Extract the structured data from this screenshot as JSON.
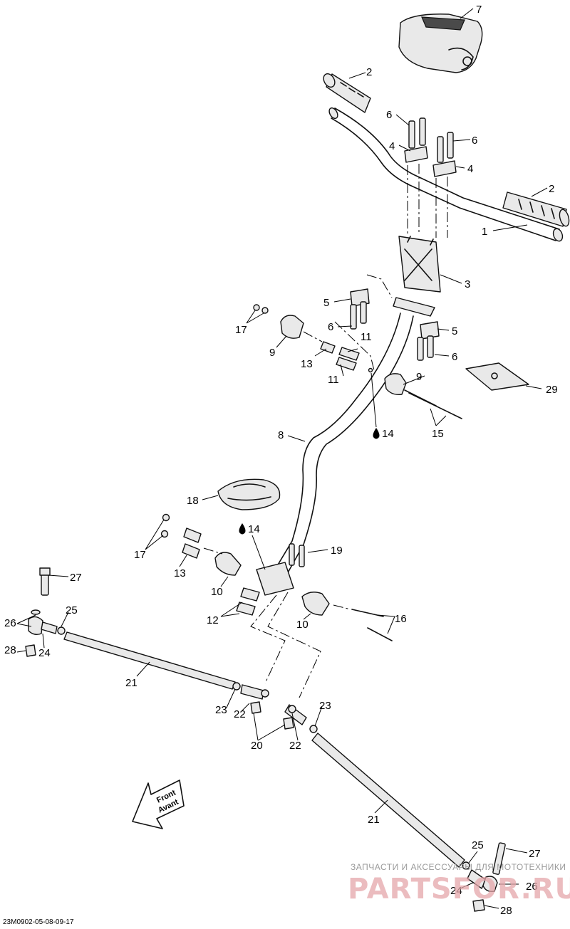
{
  "diagram": {
    "callouts": [
      "1",
      "2",
      "3",
      "4",
      "5",
      "6",
      "7",
      "8",
      "9",
      "10",
      "11",
      "12",
      "13",
      "14",
      "15",
      "16",
      "17",
      "18",
      "19",
      "20",
      "21",
      "22",
      "23",
      "24",
      "25",
      "26",
      "27",
      "28",
      "29"
    ],
    "lubricant_callout": "14",
    "front_arrow": {
      "line1": "Front",
      "line2": "Avant"
    },
    "reference_code": "23M0902-05-08-09-17",
    "watermark": {
      "caption": "ЗАПЧАСТИ И АКСЕССУАРЫ ДЛЯ МОТОТЕХНИКИ",
      "brand": "PARTSFOR.RU"
    }
  }
}
